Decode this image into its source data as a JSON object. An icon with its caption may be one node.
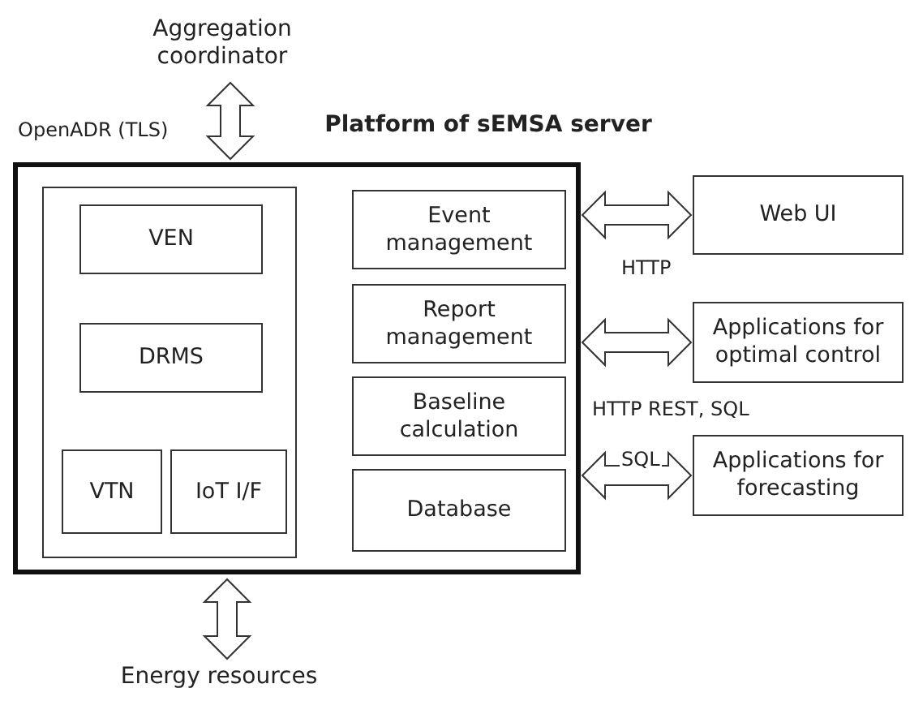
{
  "diagram": {
    "nodes": [
      {
        "text": [
          "Aggregation coordinator"
        ]
      },
      {
        "text": [
          "Platform of sEMSA server"
        ]
      },
      {
        "text": [],
        "shape": "box",
        "in": 1
      },
      {
        "text": [
          "VEN"
        ],
        "in": 2
      },
      {
        "text": [
          "DRMS"
        ],
        "in": 2
      },
      {
        "text": [
          "VTN"
        ],
        "in": 2
      },
      {
        "text": [
          "IoT I/F"
        ],
        "in": 2
      },
      {
        "text": [
          "Event management"
        ],
        "in": 1
      },
      {
        "text": [
          "Report management"
        ],
        "in": 1
      },
      {
        "text": [
          "Baseline calculation"
        ],
        "in": 1
      },
      {
        "text": [
          "Database"
        ],
        "in": 1
      },
      {
        "text": [
          "Web UI"
        ]
      },
      {
        "text": [
          "Applications for optimal control"
        ]
      },
      {
        "text": [
          "Applications for forecasting"
        ]
      },
      {
        "text": [
          "Energy resources"
        ]
      }
    ],
    "edges": [
      {
        "from": 0,
        "to": 1,
        "arrow": "both",
        "label": "OpenADR (TLS)"
      },
      {
        "from": 1,
        "to": 11,
        "arrow": "both",
        "label": "HTTP"
      },
      {
        "from": 1,
        "to": 12,
        "arrow": "both",
        "label": "HTTP REST, SQL"
      },
      {
        "from": 1,
        "to": 13,
        "arrow": "both",
        "label": "SQL"
      },
      {
        "from": 1,
        "to": 14,
        "arrow": "both"
      }
    ]
  }
}
